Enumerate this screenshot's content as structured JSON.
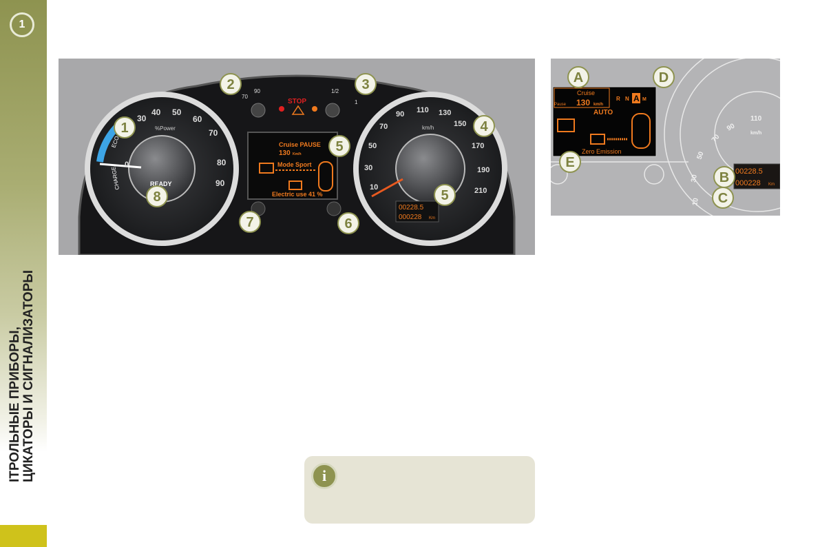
{
  "sidebar": {
    "chapter_number": "1",
    "title_line1": "ІТРОЛЬНЫЕ ПРИБОРЫ,",
    "title_line2": "ЦИКАТОРЫ И СИГНАЛИЗАТОРЫ"
  },
  "figure1": {
    "callouts": [
      "1",
      "2",
      "3",
      "4",
      "5",
      "5",
      "6",
      "7",
      "8"
    ],
    "power_gauge": {
      "ticks": [
        "0",
        "30",
        "40",
        "50",
        "60",
        "70",
        "80",
        "90"
      ],
      "unit": "%Power",
      "eco": "ECO",
      "charge": "CHARGE",
      "ready": "READY"
    },
    "temp_gauge": {
      "ticks": [
        "70",
        "90"
      ]
    },
    "fuel_gauge": {
      "ticks": [
        "1/2",
        "1"
      ]
    },
    "stop_label": "STOP",
    "speedo": {
      "ticks": [
        "10",
        "30",
        "50",
        "70",
        "90",
        "110",
        "130",
        "150",
        "170",
        "190",
        "210"
      ],
      "unit": "km/h"
    },
    "display": {
      "cruise": "Cruise PAUSE",
      "cruise_speed": "130",
      "cruise_unit": "Km/h",
      "mode": "Mode Sport",
      "electric": "Electric use 41 %"
    },
    "odometer": {
      "trip": "00228.5",
      "total": "000228",
      "unit": "Km"
    },
    "colors": {
      "display_orange": "#f07a1e",
      "background": "#a8a8aa",
      "callout_green": "#8e9350"
    }
  },
  "figure2": {
    "callouts": [
      "A",
      "B",
      "C",
      "D",
      "E"
    ],
    "cruise": "Cruise",
    "pause": "Pause",
    "speed": "130",
    "speed_unit": "km/h",
    "gears": [
      "R",
      "N",
      "A",
      "M"
    ],
    "active_gear": "A",
    "auto": "AUTO",
    "zero_emission": "Zero Emission",
    "speedo_ticks": [
      "10",
      "30",
      "50",
      "70",
      "90",
      "110"
    ],
    "speedo_unit": "km/h",
    "odometer": {
      "trip": "00228.5",
      "total": "000228",
      "unit": "Km"
    }
  },
  "info_box": {
    "icon": "info-icon"
  }
}
